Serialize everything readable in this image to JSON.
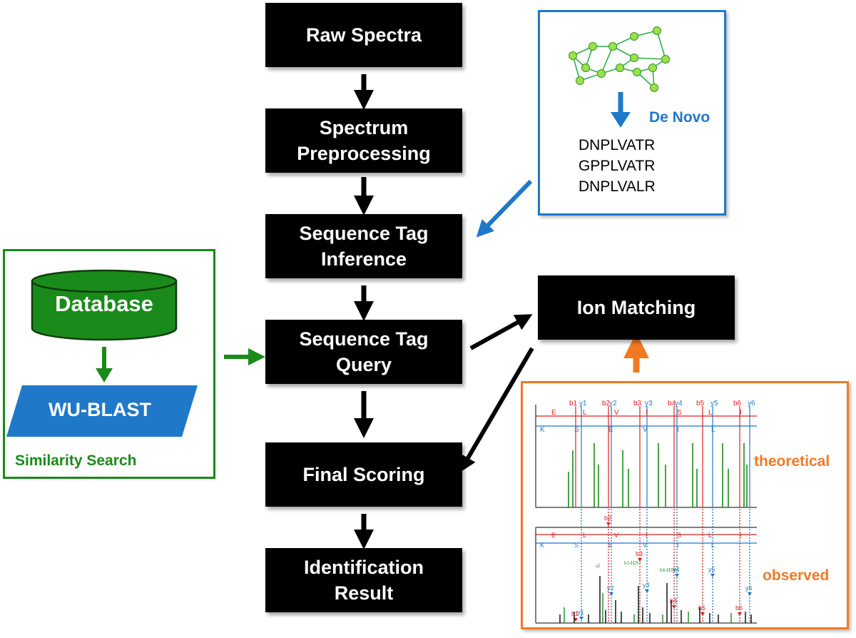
{
  "pipeline": {
    "raw_spectra": "Raw Spectra",
    "preprocessing_l1": "Spectrum",
    "preprocessing_l2": "Preprocessing",
    "tag_inference_l1": "Sequence Tag",
    "tag_inference_l2": "Inference",
    "tag_query_l1": "Sequence Tag",
    "tag_query_l2": "Query",
    "final_scoring": "Final Scoring",
    "result_l1": "Identification",
    "result_l2": "Result"
  },
  "similarity": {
    "database": "Database",
    "blast": "WU-BLAST",
    "caption": "Similarity Search"
  },
  "denovo": {
    "label": "De Novo",
    "sequences": [
      "DNPLVATR",
      "GPPLVATR",
      "DNPLVALR"
    ]
  },
  "ion_matching": {
    "title": "Ion Matching",
    "theoretical": "theoretical",
    "observed": "observed",
    "top_b_ions": [
      "b1",
      "b2",
      "b3",
      "b4",
      "b5",
      "b6"
    ],
    "top_y_ions": [
      "y1",
      "y2",
      "y3",
      "y4",
      "y5",
      "y6"
    ],
    "seq_top": [
      "E",
      "L",
      "V",
      "I",
      "S",
      "L",
      "I"
    ],
    "seq_bottom": [
      "K",
      "S",
      "E",
      "V",
      "I",
      "L"
    ],
    "obs_b_ions": [
      "b2",
      "b3",
      "b4",
      "b5",
      "b6",
      "b1"
    ],
    "obs_y_ions": [
      "y1",
      "y2",
      "y3",
      "y4",
      "y5",
      "y6"
    ],
    "obs_annot": [
      "a2",
      "b3-H2O",
      "b4-H2O"
    ]
  },
  "colors": {
    "green": "#1a8a1a",
    "blue": "#1f78c8",
    "orange": "#f07a24",
    "red": "#e02020"
  }
}
